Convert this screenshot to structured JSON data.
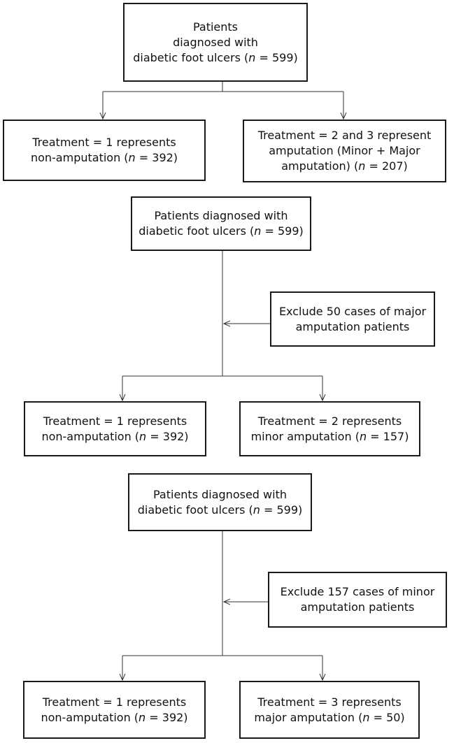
{
  "flowchart_1": {
    "root": {
      "lines": [
        "Patients",
        "diagnosed with",
        "diabetic foot ulcers ({n} = 599)"
      ]
    },
    "left": {
      "lines": [
        "Treatment = 1 represents",
        "non-amputation ({n} = 392)"
      ]
    },
    "right": {
      "lines": [
        "Treatment = 2 and 3 represent",
        "amputation (Minor + Major",
        "amputation) ({n} = 207)"
      ]
    }
  },
  "flowchart_2": {
    "root": {
      "lines": [
        "Patients diagnosed with",
        "diabetic foot ulcers ({n} = 599)"
      ]
    },
    "exclude": {
      "lines": [
        "Exclude 50 cases of major",
        "amputation patients"
      ]
    },
    "left": {
      "lines": [
        "Treatment = 1 represents",
        "non-amputation ({n} = 392)"
      ]
    },
    "right": {
      "lines": [
        "Treatment = 2 represents",
        "minor amputation ({n} = 157)"
      ]
    }
  },
  "flowchart_3": {
    "root": {
      "lines": [
        "Patients diagnosed with",
        "diabetic foot ulcers ({n} = 599)"
      ]
    },
    "exclude": {
      "lines": [
        "Exclude 157 cases of minor",
        "amputation patients"
      ]
    },
    "left": {
      "lines": [
        "Treatment = 1 represents",
        "non-amputation ({n} = 392)"
      ]
    },
    "right": {
      "lines": [
        "Treatment = 3 represents",
        "major amputation ({n} = 50)"
      ]
    }
  }
}
